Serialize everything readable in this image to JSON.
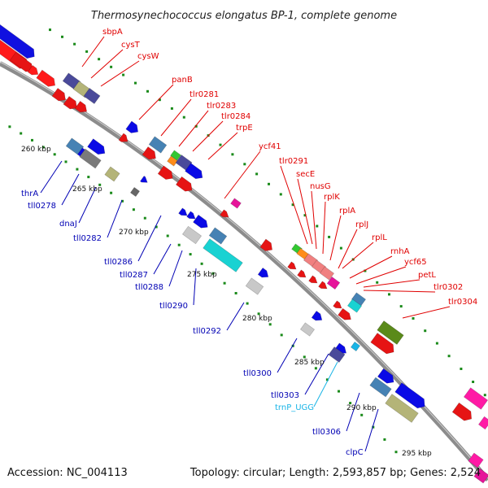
{
  "title": "Thermosynechococcus elongatus BP-1, complete genome",
  "footer": {
    "accession": "Accession: NC_004113",
    "info": "Topology: circular; Length: 2,593,857 bp; Genes: 2,524"
  },
  "colors": {
    "backbone": "#8c8c8c",
    "tick": "#1a8a1a",
    "forward_label": "#e00000",
    "reverse_label": "#0000b4",
    "trna_label": "#19b4e6"
  },
  "kbp_labels": [
    "260 kbp",
    "265 kbp",
    "270 kbp",
    "275 kbp",
    "280 kbp",
    "285 kbp",
    "290 kbp",
    "295 kbp"
  ],
  "forward_labels": [
    "sbpA",
    "cysT",
    "cysW",
    "panB",
    "tlr0281",
    "tlr0283",
    "tlr0284",
    "trpE",
    "ycf41",
    "tlr0291",
    "secE",
    "nusG",
    "rplK",
    "rplA",
    "rplJ",
    "rplL",
    "rnhA",
    "ycf65",
    "petL",
    "tlr0302",
    "tlr0304"
  ],
  "reverse_labels": [
    "thrA",
    "tll0278",
    "dnaJ",
    "tll0282",
    "tll0286",
    "tll0287",
    "tll0288",
    "tll0290",
    "tll0292",
    "tll0300",
    "tll0303",
    "trnP_UGG",
    "tll0306",
    "clpC"
  ]
}
